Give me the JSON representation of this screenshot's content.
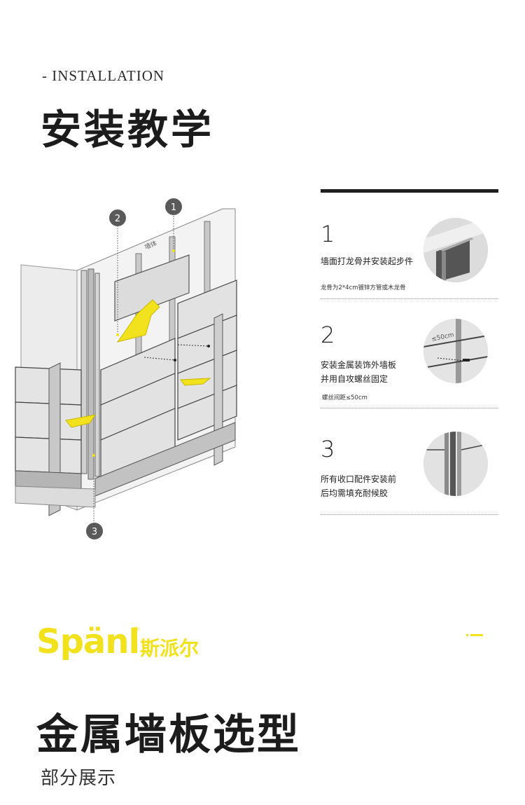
{
  "header": {
    "eyebrow": "- INSTALLATION",
    "title": "安装教学"
  },
  "diagram": {
    "wall_label": "墙体",
    "markers": [
      "1",
      "2",
      "3"
    ]
  },
  "steps": [
    {
      "number": "1",
      "line1": "墙面打龙骨并安装起步件",
      "line2": "",
      "note": "龙骨为2*4cm镀锌方管或木龙骨"
    },
    {
      "number": "2",
      "line1": "安装金属装饰外墙板",
      "line2": "并用自攻螺丝固定",
      "note": "螺丝间距≤50cm"
    },
    {
      "number": "3",
      "line1": "所有收口配件安装前",
      "line2": "后均需填充耐候胶",
      "note": ""
    }
  ],
  "thumb_label": "≤50cm",
  "brand": {
    "latin": "Spänl",
    "reg": "®",
    "cn": "斯派尔",
    "color": "#f2e21d"
  },
  "section": {
    "title": "金属墙板选型",
    "subtitle": "部分展示"
  }
}
